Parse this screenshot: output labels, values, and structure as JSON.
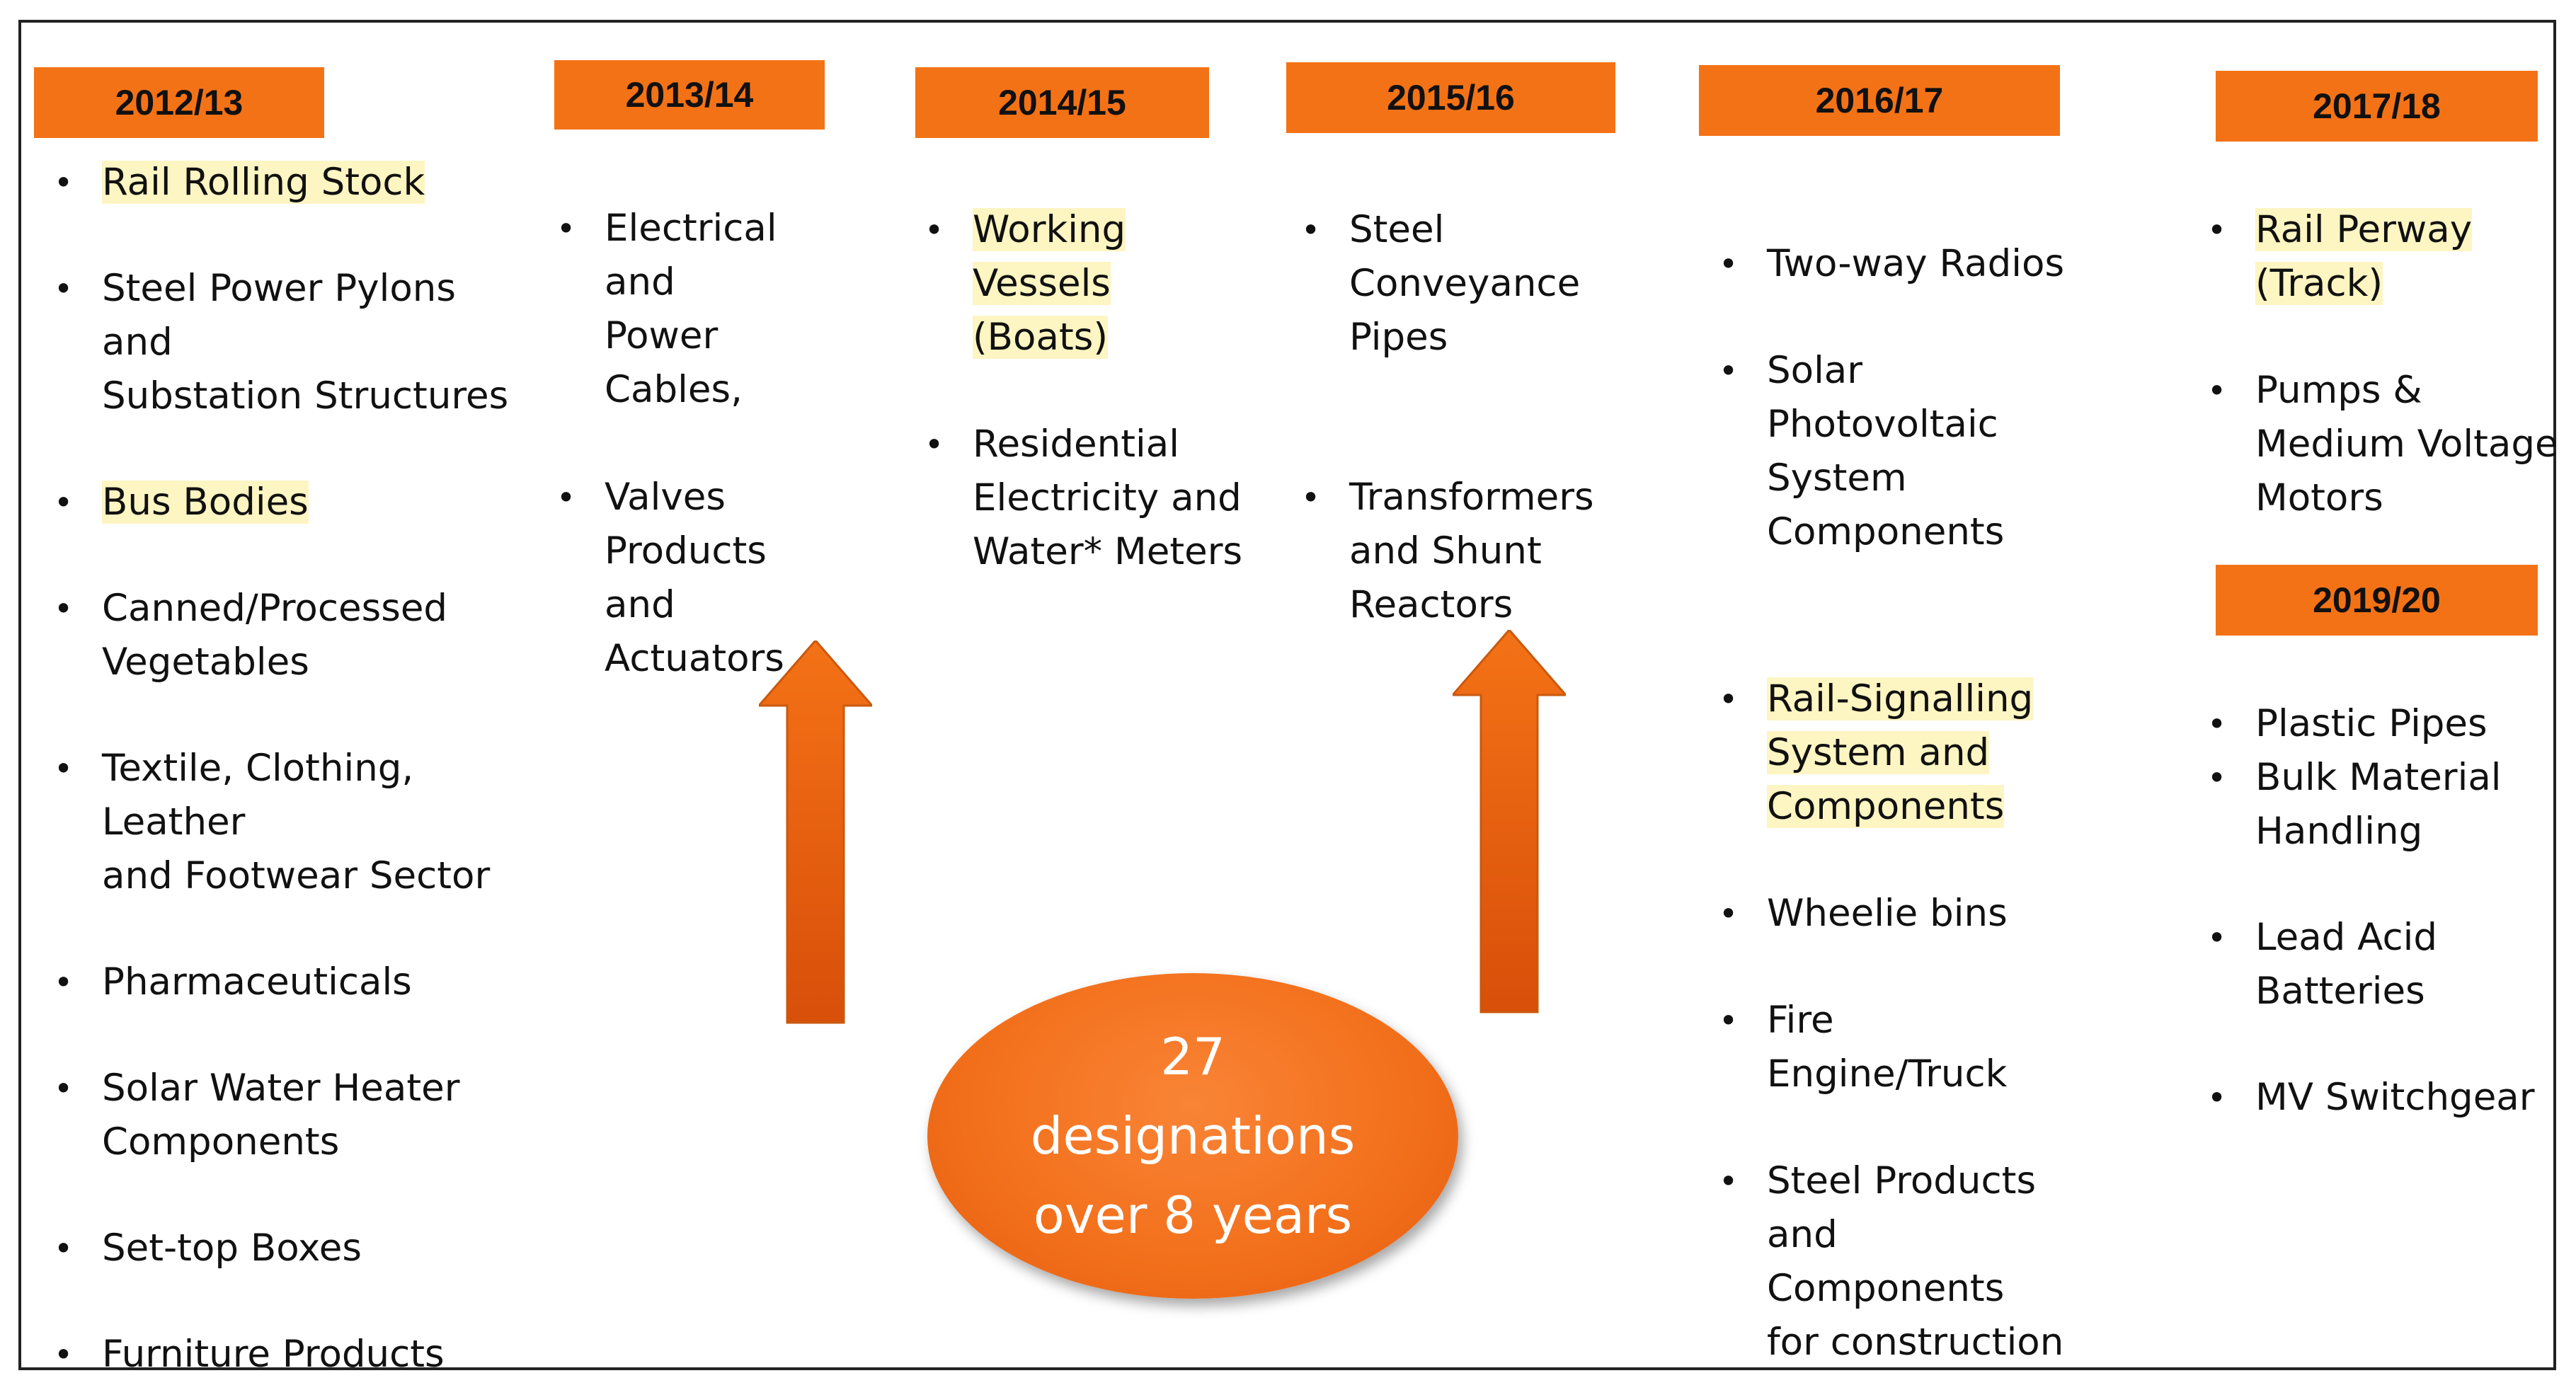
{
  "colors": {
    "year_box": "#f47216",
    "arrow": "#e05a0c",
    "oval": "#f26f1a",
    "highlight": "#fdf5c2"
  },
  "columns": [
    {
      "year": "2012/13",
      "items": [
        {
          "text": [
            "Rail Rolling Stock"
          ],
          "highlight": true
        },
        {
          "text": [
            "Steel Power Pylons and",
            "Substation Structures"
          ],
          "highlight": false
        },
        {
          "text": [
            "Bus Bodies"
          ],
          "highlight": true
        },
        {
          "text": [
            "Canned/Processed",
            "Vegetables"
          ],
          "highlight": false
        },
        {
          "text": [
            "Textile, Clothing, Leather",
            "and Footwear Sector"
          ],
          "highlight": false
        },
        {
          "text": [
            "Pharmaceuticals"
          ],
          "highlight": false
        },
        {
          "text": [
            "Solar Water Heater",
            "Components"
          ],
          "highlight": false
        },
        {
          "text": [
            "Set-top Boxes"
          ],
          "highlight": false
        },
        {
          "text": [
            "Furniture Products"
          ],
          "highlight": false
        }
      ]
    },
    {
      "year": "2013/14",
      "items": [
        {
          "text": [
            "Electrical and",
            "Power Cables,"
          ],
          "highlight": false
        },
        {
          "text": [
            "Valves",
            "Products and",
            "Actuators"
          ],
          "highlight": false
        }
      ]
    },
    {
      "year": "2014/15",
      "items": [
        {
          "text": [
            "Working",
            "Vessels (Boats)"
          ],
          "highlight": true
        },
        {
          "text": [
            "Residential",
            "Electricity and",
            "Water* Meters"
          ],
          "highlight": false
        }
      ]
    },
    {
      "year": "2015/16",
      "items": [
        {
          "text": [
            "Steel",
            "Conveyance",
            "Pipes"
          ],
          "highlight": false
        },
        {
          "text": [
            "Transformers",
            "and Shunt",
            "Reactors"
          ],
          "highlight": false
        }
      ]
    },
    {
      "year": "2016/17",
      "items": [
        {
          "text": [
            "Two-way Radios"
          ],
          "highlight": false
        },
        {
          "text": [
            "Solar",
            "Photovoltaic",
            "System",
            "Components"
          ],
          "highlight": false
        },
        {
          "text": [
            "Rail-Signalling",
            "System and",
            "Components"
          ],
          "highlight": true
        },
        {
          "text": [
            "Wheelie bins"
          ],
          "highlight": false
        },
        {
          "text": [
            "Fire Engine/Truck"
          ],
          "highlight": false
        },
        {
          "text": [
            "Steel Products",
            "and Components",
            "for construction"
          ],
          "highlight": false
        }
      ]
    },
    {
      "year": "2017/18",
      "items": [
        {
          "text": [
            "Rail Perway",
            "(Track)"
          ],
          "highlight": true
        },
        {
          "text": [
            "Pumps &",
            "Medium Voltage",
            "Motors"
          ],
          "highlight": false
        }
      ]
    },
    {
      "year": "2019/20",
      "items": [
        {
          "text": [
            "Plastic Pipes"
          ],
          "highlight": false
        },
        {
          "text": [
            "Bulk Material",
            "Handling"
          ],
          "highlight": false
        },
        {
          "text": [
            "Lead Acid",
            "Batteries"
          ],
          "highlight": false
        },
        {
          "text": [
            "MV Switchgear"
          ],
          "highlight": false
        }
      ]
    }
  ],
  "summary": {
    "count": "27",
    "line1": "designations",
    "line2": "over 8 years"
  }
}
